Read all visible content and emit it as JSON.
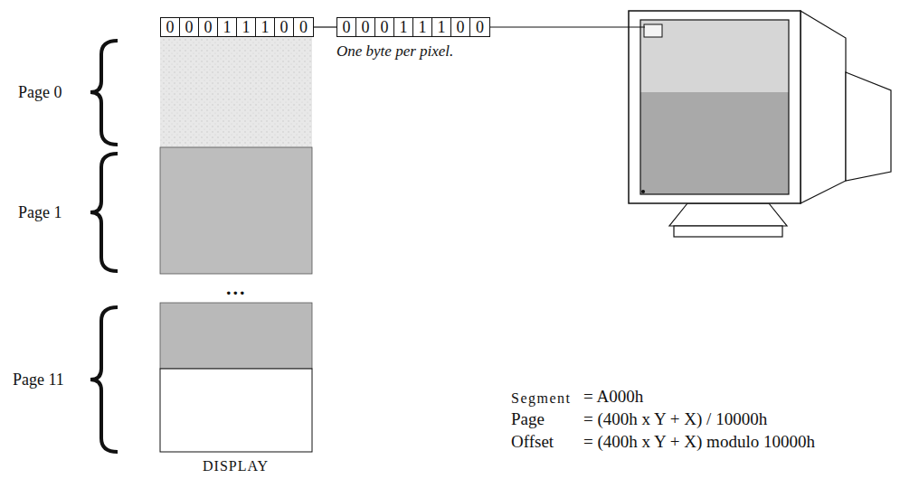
{
  "diagram": {
    "nodes": [
      {
        "text": [
          "0",
          "0",
          "0",
          "1",
          "1",
          "1",
          "0",
          "0"
        ]
      },
      {
        "text": [
          "0",
          "0",
          "0",
          "1",
          "1",
          "1",
          "0",
          "0"
        ]
      }
    ],
    "edges": [
      {
        "from": 0,
        "to": 1,
        "arrow": "none"
      }
    ],
    "labels": [
      "Page 0",
      "Page 1",
      "...",
      "Page 11",
      "DISPLAY",
      "One byte per pixel.",
      "Segment",
      "= A000h",
      "Page",
      "= (400h x Y + X) / 10000h",
      "Offset",
      "= (400h x Y + X) modulo 10000h"
    ]
  }
}
